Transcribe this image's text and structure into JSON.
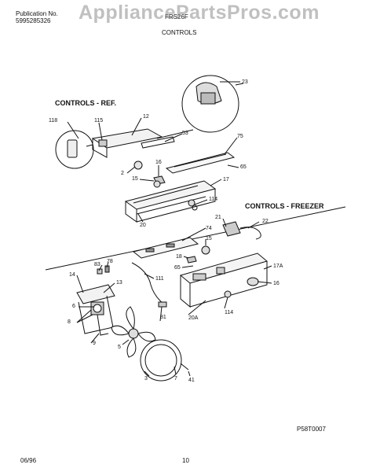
{
  "header": {
    "publication_label": "Publication No.",
    "publication_number": "5995285326",
    "model": "FRS26F",
    "title": "CONTROLS",
    "watermark": "AppliancePartsPros.com"
  },
  "sections": {
    "ref": "CONTROLS - REF.",
    "freezer": "CONTROLS - FREEZER"
  },
  "callouts": [
    "23",
    "118",
    "115",
    "12",
    "53",
    "75",
    "2",
    "16",
    "65",
    "15",
    "17",
    "114",
    "20",
    "21",
    "22",
    "74",
    "15",
    "18",
    "65",
    "83",
    "78",
    "14",
    "13",
    "111",
    "17A",
    "16",
    "8",
    "6",
    "20A",
    "114",
    "81",
    "9",
    "5",
    "3",
    "7",
    "41"
  ],
  "footer": {
    "date": "06/96",
    "page": "10",
    "drawing_code": "P58T0007"
  },
  "colors": {
    "ink": "#111111",
    "watermark": "#8c8c8c"
  }
}
